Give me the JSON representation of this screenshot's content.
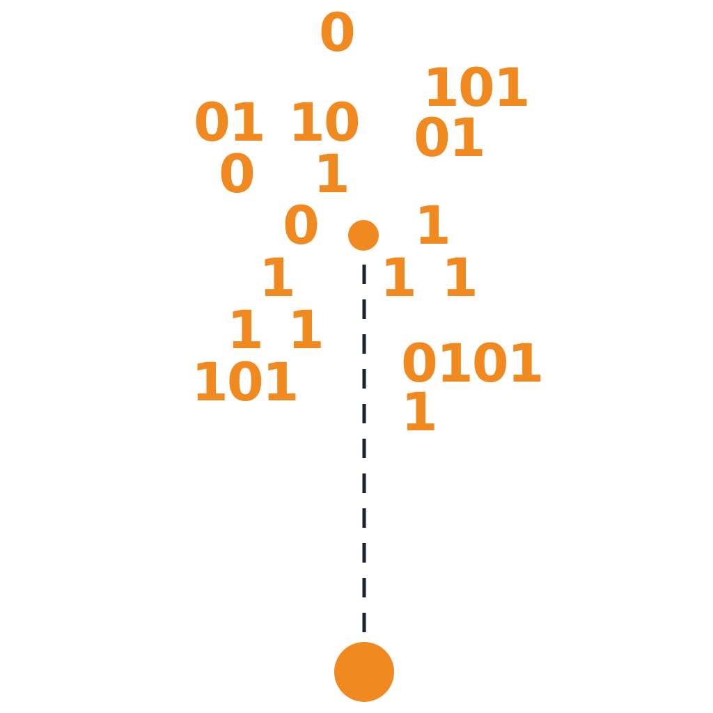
{
  "colors": {
    "accent": "#F0891F",
    "line": "#1B2233",
    "background": "#FFFFFF"
  },
  "binary_labels": [
    "0",
    "101",
    "01",
    "10",
    "01",
    "0",
    "1",
    "0",
    "1",
    "1",
    "1",
    "1",
    "1",
    "1",
    "0101",
    "101",
    "1"
  ]
}
